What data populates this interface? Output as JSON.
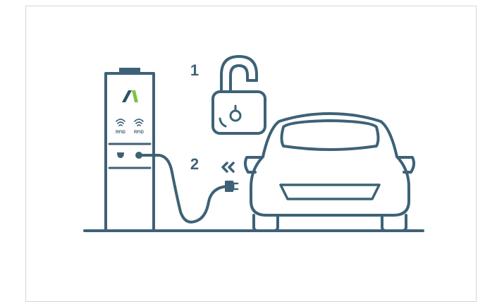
{
  "colors": {
    "stroke": "#3d6277",
    "logo_dark": "#2d5166",
    "logo_green": "#7cc242",
    "background": "#ffffff",
    "frame_border": "#d6d6d6"
  },
  "steps": {
    "step1": "1",
    "step2": "2"
  },
  "charger": {
    "reader1_label": "RFID",
    "reader2_label": "RFID"
  },
  "icons": {
    "lock": "unlocked-padlock-icon",
    "arrow": "double-chevron-left-icon",
    "wifi": "contactless-icon",
    "logo": "brand-logo-icon"
  }
}
